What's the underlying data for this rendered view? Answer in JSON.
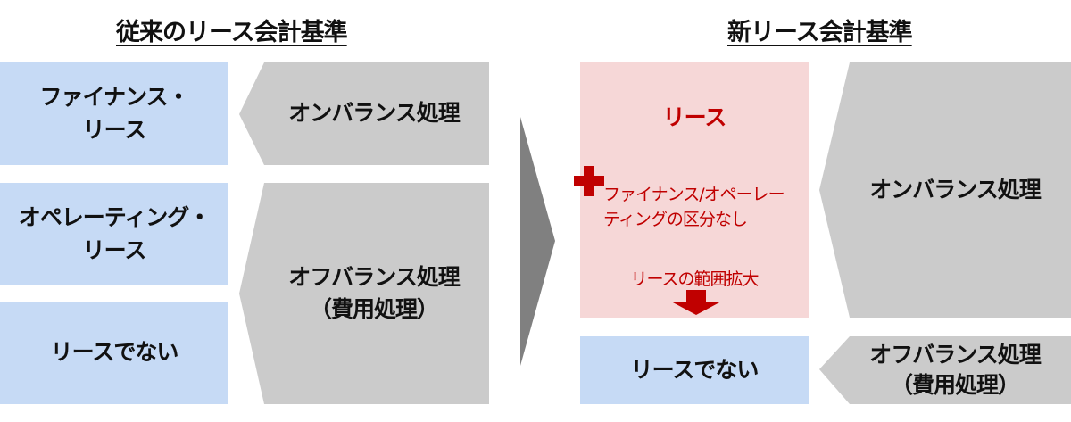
{
  "left": {
    "title": "従来のリース会計基準",
    "categories": [
      {
        "line1": "ファイナンス・",
        "line2": "リース"
      },
      {
        "line1": "オペレーティング・",
        "line2": "リース"
      },
      {
        "line1": "リースでない",
        "line2": ""
      }
    ],
    "treatments": [
      {
        "line1": "オンバランス処理",
        "line2": ""
      },
      {
        "line1": "オフバランス処理",
        "line2": "（費用処理）"
      }
    ]
  },
  "right": {
    "title": "新リース会計基準",
    "lease_box": {
      "heading": "リース",
      "plus_icon": "plus-icon",
      "note_line1": "ファイナンス/オペーレー",
      "note_line2": "ティングの区分なし",
      "expansion": "リースの範囲拡大",
      "arrow_icon": "down-arrow-icon"
    },
    "non_lease": "リースでない",
    "treatments": [
      {
        "line1": "オンバランス処理",
        "line2": ""
      },
      {
        "line1": "オフバランス処理",
        "line2": "（費用処理）"
      }
    ]
  },
  "colors": {
    "blue": "#c6daf5",
    "gray": "#cbcbcb",
    "pink": "#f6d7d7",
    "red": "#c00000",
    "arrow_gray": "#808080"
  }
}
